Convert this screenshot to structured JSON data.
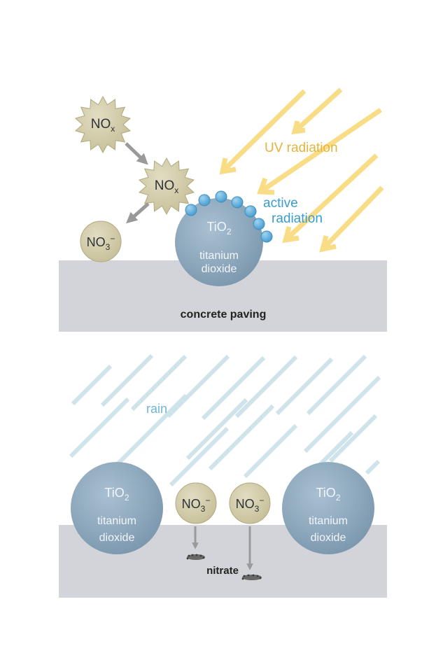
{
  "colors": {
    "background": "#ffffff",
    "paving": "#d3d4d9",
    "tio2_sphere": "#7f9cb3",
    "tio2_sphere_light": "#a9c0d2",
    "no_molecule": "#d2ccaa",
    "no_molecule_dark": "#b1a97f",
    "uv_arrow": "#f8dd86",
    "uv_text": "#e3b53c",
    "active_bead": "#5fb0dc",
    "active_text": "#3a9ccc",
    "rain": "#cfe3ea",
    "rain_text": "#6fb6d3",
    "grey_arrow": "#9a9a9a",
    "nitrate_dots": "#3a3a3a"
  },
  "top_panel": {
    "no_x_1": {
      "base": "NO",
      "sub": "x"
    },
    "no_x_2": {
      "base": "NO",
      "sub": "x"
    },
    "no3": {
      "base": "NO",
      "sub": "3",
      "sup": "−"
    },
    "tio2": {
      "base": "TiO",
      "sub": "2",
      "line1": "titanium",
      "line2": "dioxide"
    },
    "uv_label": "UV radiation",
    "active_label_1": "active",
    "active_label_2": "radiation",
    "paving_label": "concrete paving"
  },
  "bottom_panel": {
    "rain_label": "rain",
    "tio2_left": {
      "base": "TiO",
      "sub": "2",
      "line1": "titanium",
      "line2": "dioxide"
    },
    "tio2_right": {
      "base": "TiO",
      "sub": "2",
      "line1": "titanium",
      "line2": "dioxide"
    },
    "no3_left": {
      "base": "NO",
      "sub": "3",
      "sup": "−"
    },
    "no3_right": {
      "base": "NO",
      "sub": "3",
      "sup": "−"
    },
    "nitrate_label": "nitrate"
  }
}
